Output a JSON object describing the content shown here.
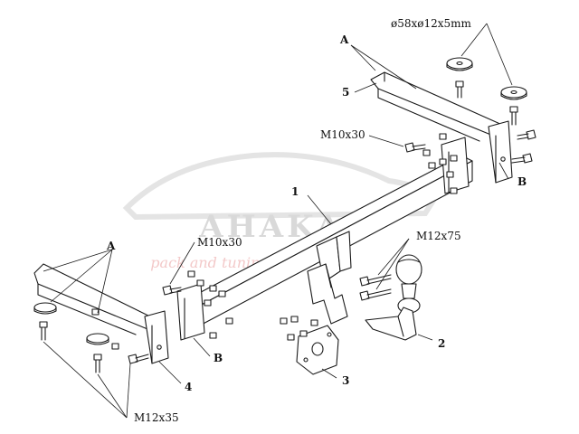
{
  "labels": {
    "spacer_size": "ø58xø12x5mm",
    "ref_a": "A",
    "ref_b": "B",
    "part_1": "1",
    "part_2": "2",
    "part_3": "3",
    "part_4": "4",
    "part_5": "5",
    "bolt_m10x30": "M10x30",
    "bolt_m12x75": "M12x75",
    "bolt_m12x35": "M12x35"
  },
  "watermark": {
    "brand": "AHAKA",
    "tagline": "pack and tuning"
  },
  "colors": {
    "line": "#1a1a1a",
    "watermark": "#d9d9d9",
    "watermark_tagline": "#f3c9c9"
  }
}
